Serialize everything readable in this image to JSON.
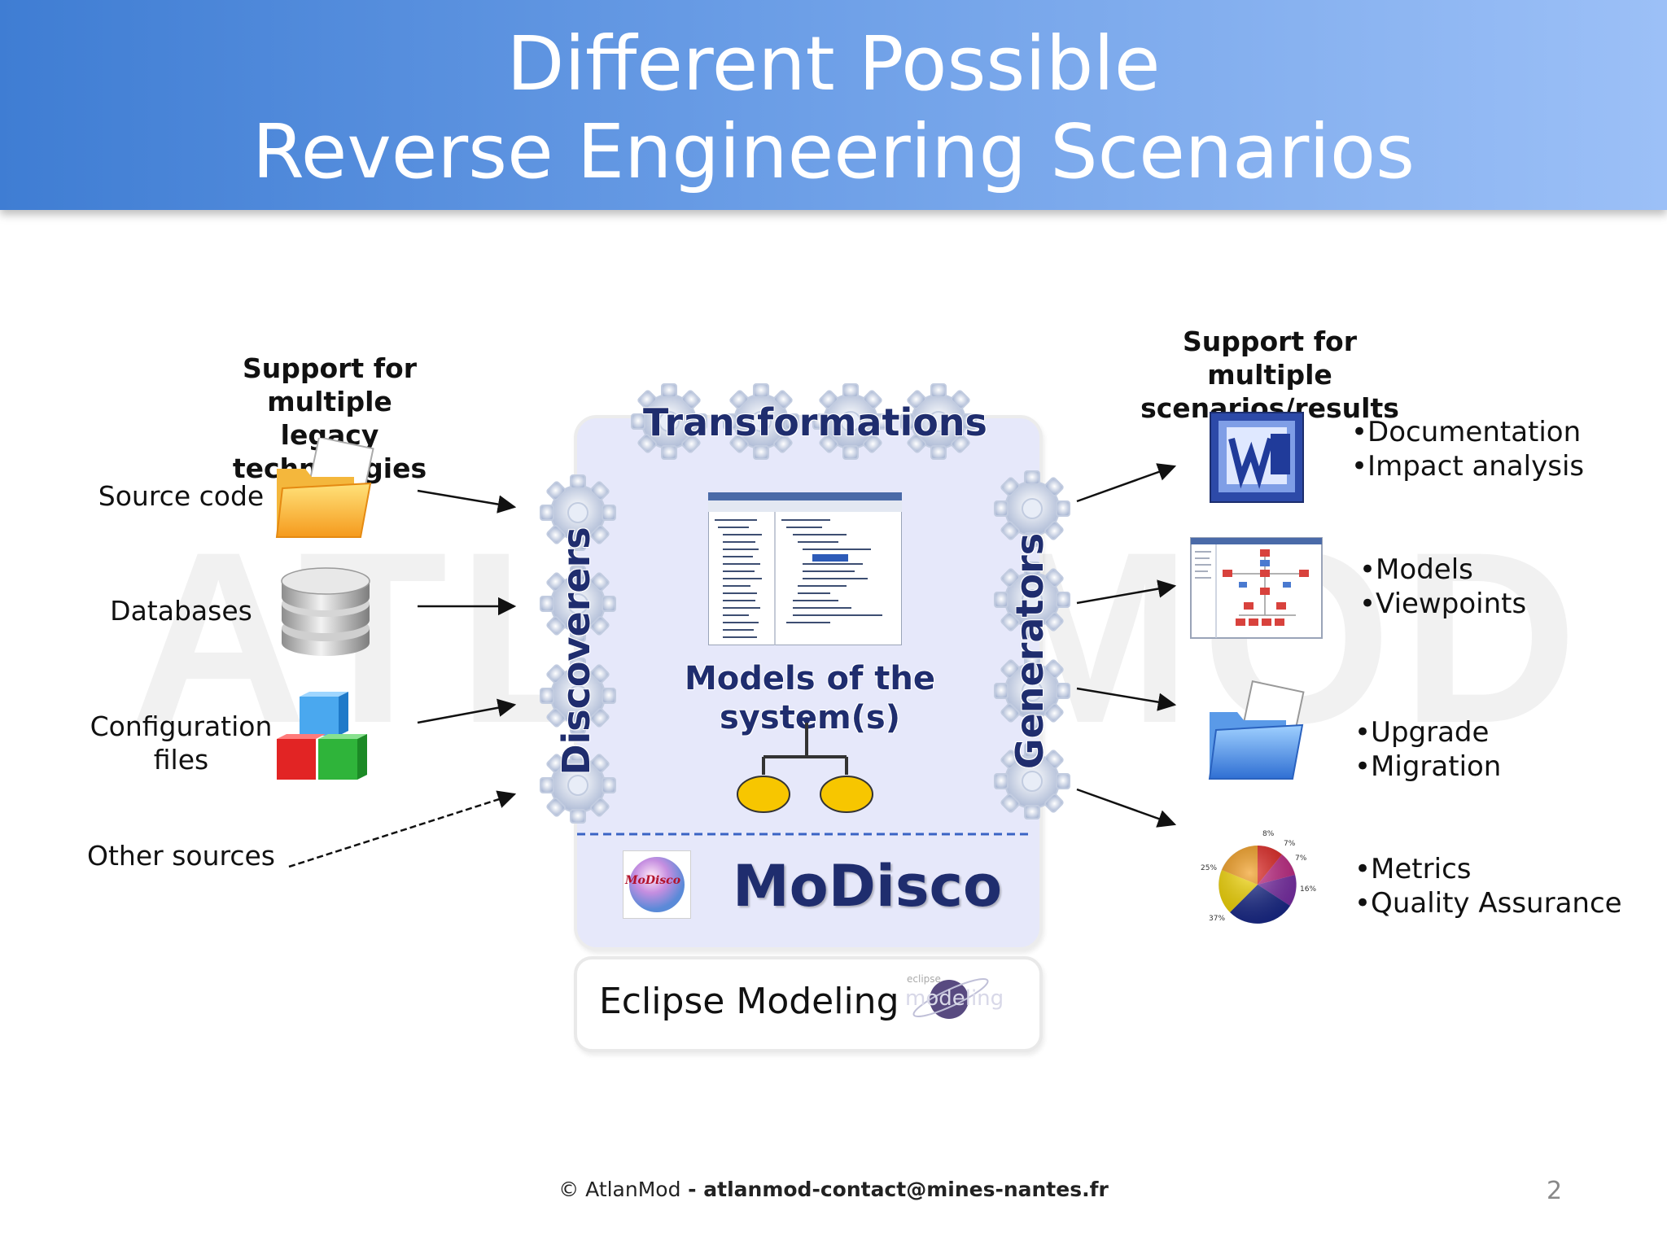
{
  "slide": {
    "title_line1": "Different Possible",
    "title_line2": "Reverse Engineering Scenarios",
    "watermark": "ATLANMOD",
    "left_header": "Support for multiple\nlegacy technologies",
    "right_header": "Support for multiple\nscenarios/results",
    "sources": [
      {
        "label": "Source code",
        "icon": "folder-icon"
      },
      {
        "label": "Databases",
        "icon": "database-icon"
      },
      {
        "label": "Configuration\nfiles",
        "icon": "cubes-icon"
      },
      {
        "label": "Other sources",
        "icon": ""
      }
    ],
    "center": {
      "transformations": "Transformations",
      "discoverers": "Discoverers",
      "generators": "Generators",
      "models_label": "Models of the\nsystem(s)",
      "modisco": "MoDisco",
      "modisco_logo_text": "MoDisco",
      "eclipse": "Eclipse Modeling",
      "eclipse_logo_small": "eclipse",
      "eclipse_logo_text": "modeling"
    },
    "results": [
      {
        "items": [
          "•Documentation",
          "•Impact analysis"
        ],
        "icon": "word-document-icon"
      },
      {
        "items": [
          "•Models",
          "•Viewpoints"
        ],
        "icon": "model-diagram-icon"
      },
      {
        "items": [
          "•Upgrade",
          "•Migration"
        ],
        "icon": "blue-folder-icon"
      },
      {
        "items": [
          "•Metrics",
          "•Quality Assurance"
        ],
        "icon": "pie-chart-icon",
        "pie_labels": [
          "8%",
          "7%",
          "7%",
          "25%",
          "16%",
          "37%"
        ]
      }
    ],
    "footer": {
      "copyright": "© AtlanMod",
      "separator": " - ",
      "email": "atlanmod-contact@mines-nantes.fr",
      "page_number": "2"
    },
    "colors": {
      "header_start": "#3f7dd3",
      "header_end": "#9cc0f7",
      "box_fill": "#e6e8fa",
      "navy_text": "#1f2d6e",
      "dash": "#3a63c4"
    }
  }
}
